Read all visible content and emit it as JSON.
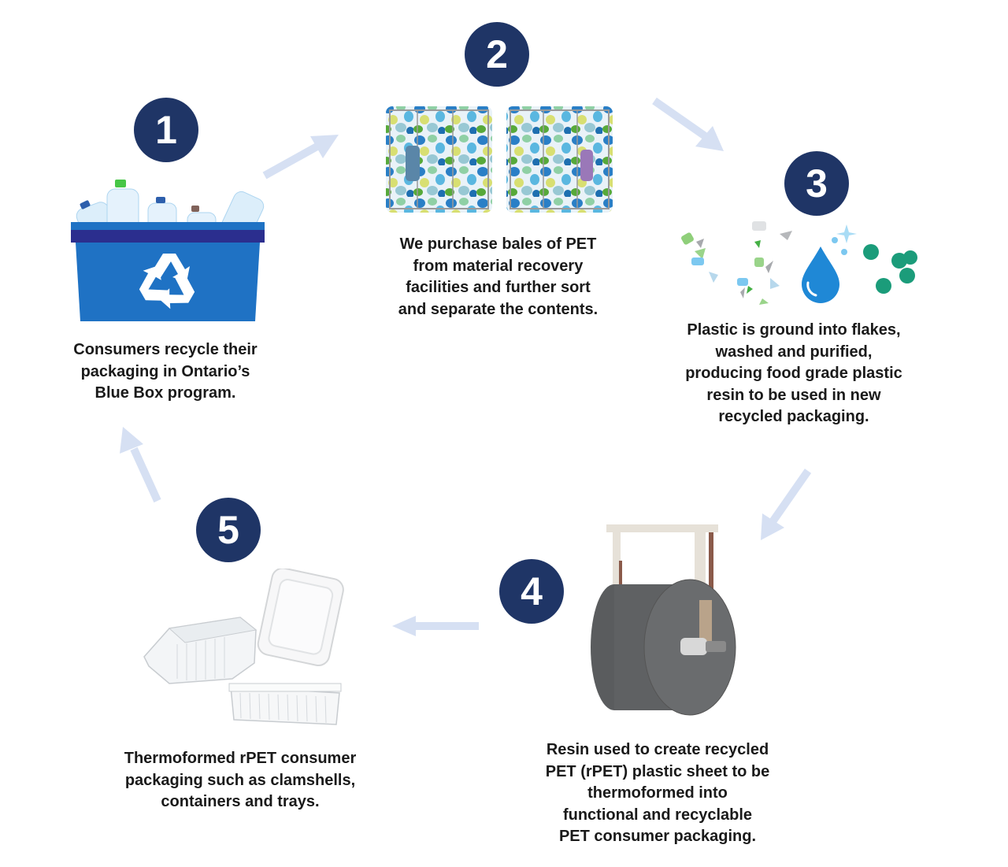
{
  "diagram": {
    "type": "cycle",
    "accent_color": "#1f3566",
    "arrow_color": "#d6e0f3",
    "steps": [
      {
        "number": "1",
        "illustration": "blue-recycling-bin-with-bottles",
        "caption": "Consumers recycle their\npackaging in Ontario’s\nBlue Box program."
      },
      {
        "number": "2",
        "illustration": "pet-bales",
        "caption": "We purchase bales of PET\nfrom material recovery\nfacilities and further sort\nand separate the contents."
      },
      {
        "number": "3",
        "illustration": "flakes-water-drop-resin-pellets",
        "caption": "Plastic is ground into flakes,\nwashed and purified,\nproducing food grade plastic\nresin to be used in new\nrecycled packaging."
      },
      {
        "number": "4",
        "illustration": "rpet-sheet-roll",
        "caption": "Resin used to create recycled\nPET (rPET) plastic sheet to be\nthermoformed into\nfunctional and recyclable\nPET consumer packaging."
      },
      {
        "number": "5",
        "illustration": "clamshells-containers-trays",
        "caption": "Thermoformed rPET consumer\npackaging such as clamshells,\ncontainers and trays."
      }
    ],
    "flow": [
      "1→2",
      "2→3",
      "3→4",
      "4→5",
      "5→1"
    ]
  }
}
